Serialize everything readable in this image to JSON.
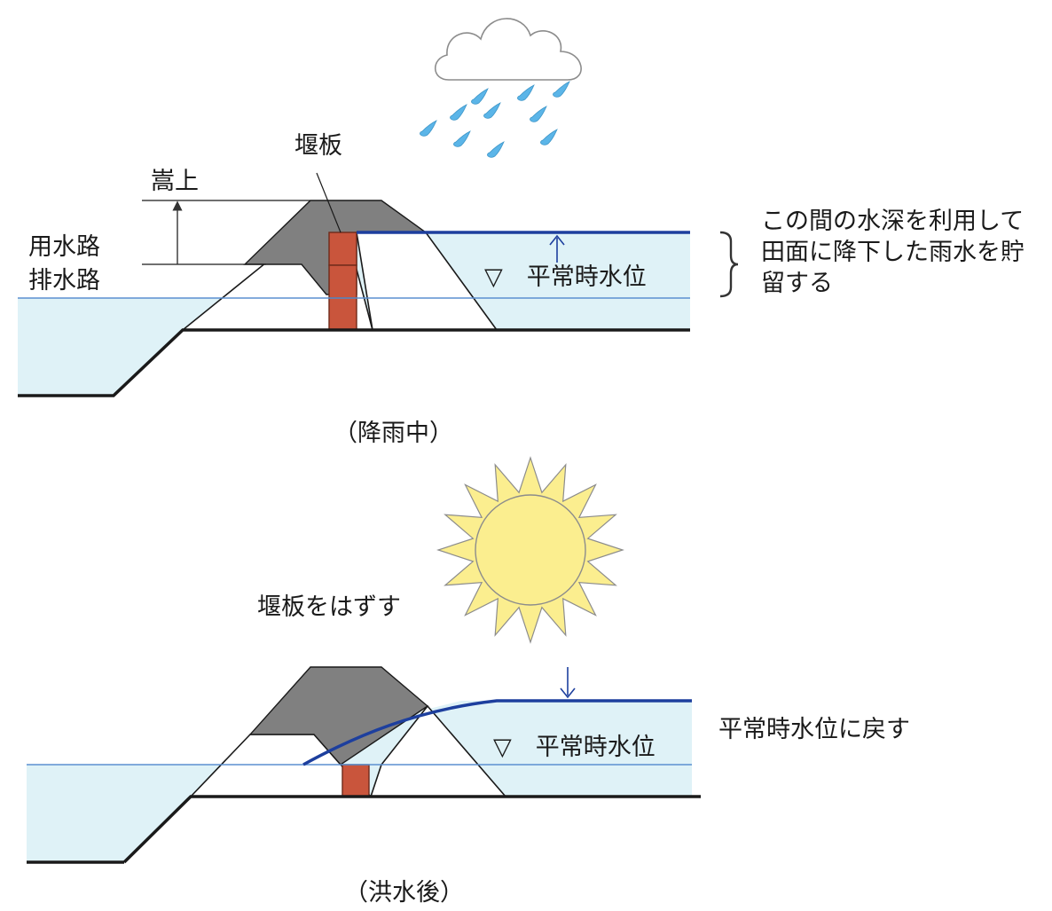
{
  "rain_panel": {
    "weir_label": "堰板",
    "raise_label": "嵩上",
    "channel_label_line1": "用水路",
    "channel_label_line2": "排水路",
    "normal_level_label": "▽　平常時水位",
    "storage_note_line1": "この間の水深を利用して",
    "storage_note_line2": "田面に降下した雨水を貯",
    "storage_note_line3": "留する",
    "caption": "（降雨中）"
  },
  "after_panel": {
    "remove_weir_label": "堰板をはずす",
    "normal_level_label": "▽　平常時水位",
    "return_note": "平常時水位に戻す",
    "caption": "（洪水後）"
  },
  "colors": {
    "water": "#dff2f7",
    "water_line": "#5b8fd0",
    "raised_water_line": "#1d3f9e",
    "embankment": "#808080",
    "weir_board": "#c9553c",
    "ground_line": "#1a1a1a",
    "sun_fill": "#fbee8f",
    "sun_stroke": "#8c8c8c",
    "rain_drop": "#5bb5e8",
    "cloud_stroke": "#8c8c8c"
  },
  "icons": {
    "weather_top": "rain-cloud-icon",
    "weather_bottom": "sun-icon"
  }
}
